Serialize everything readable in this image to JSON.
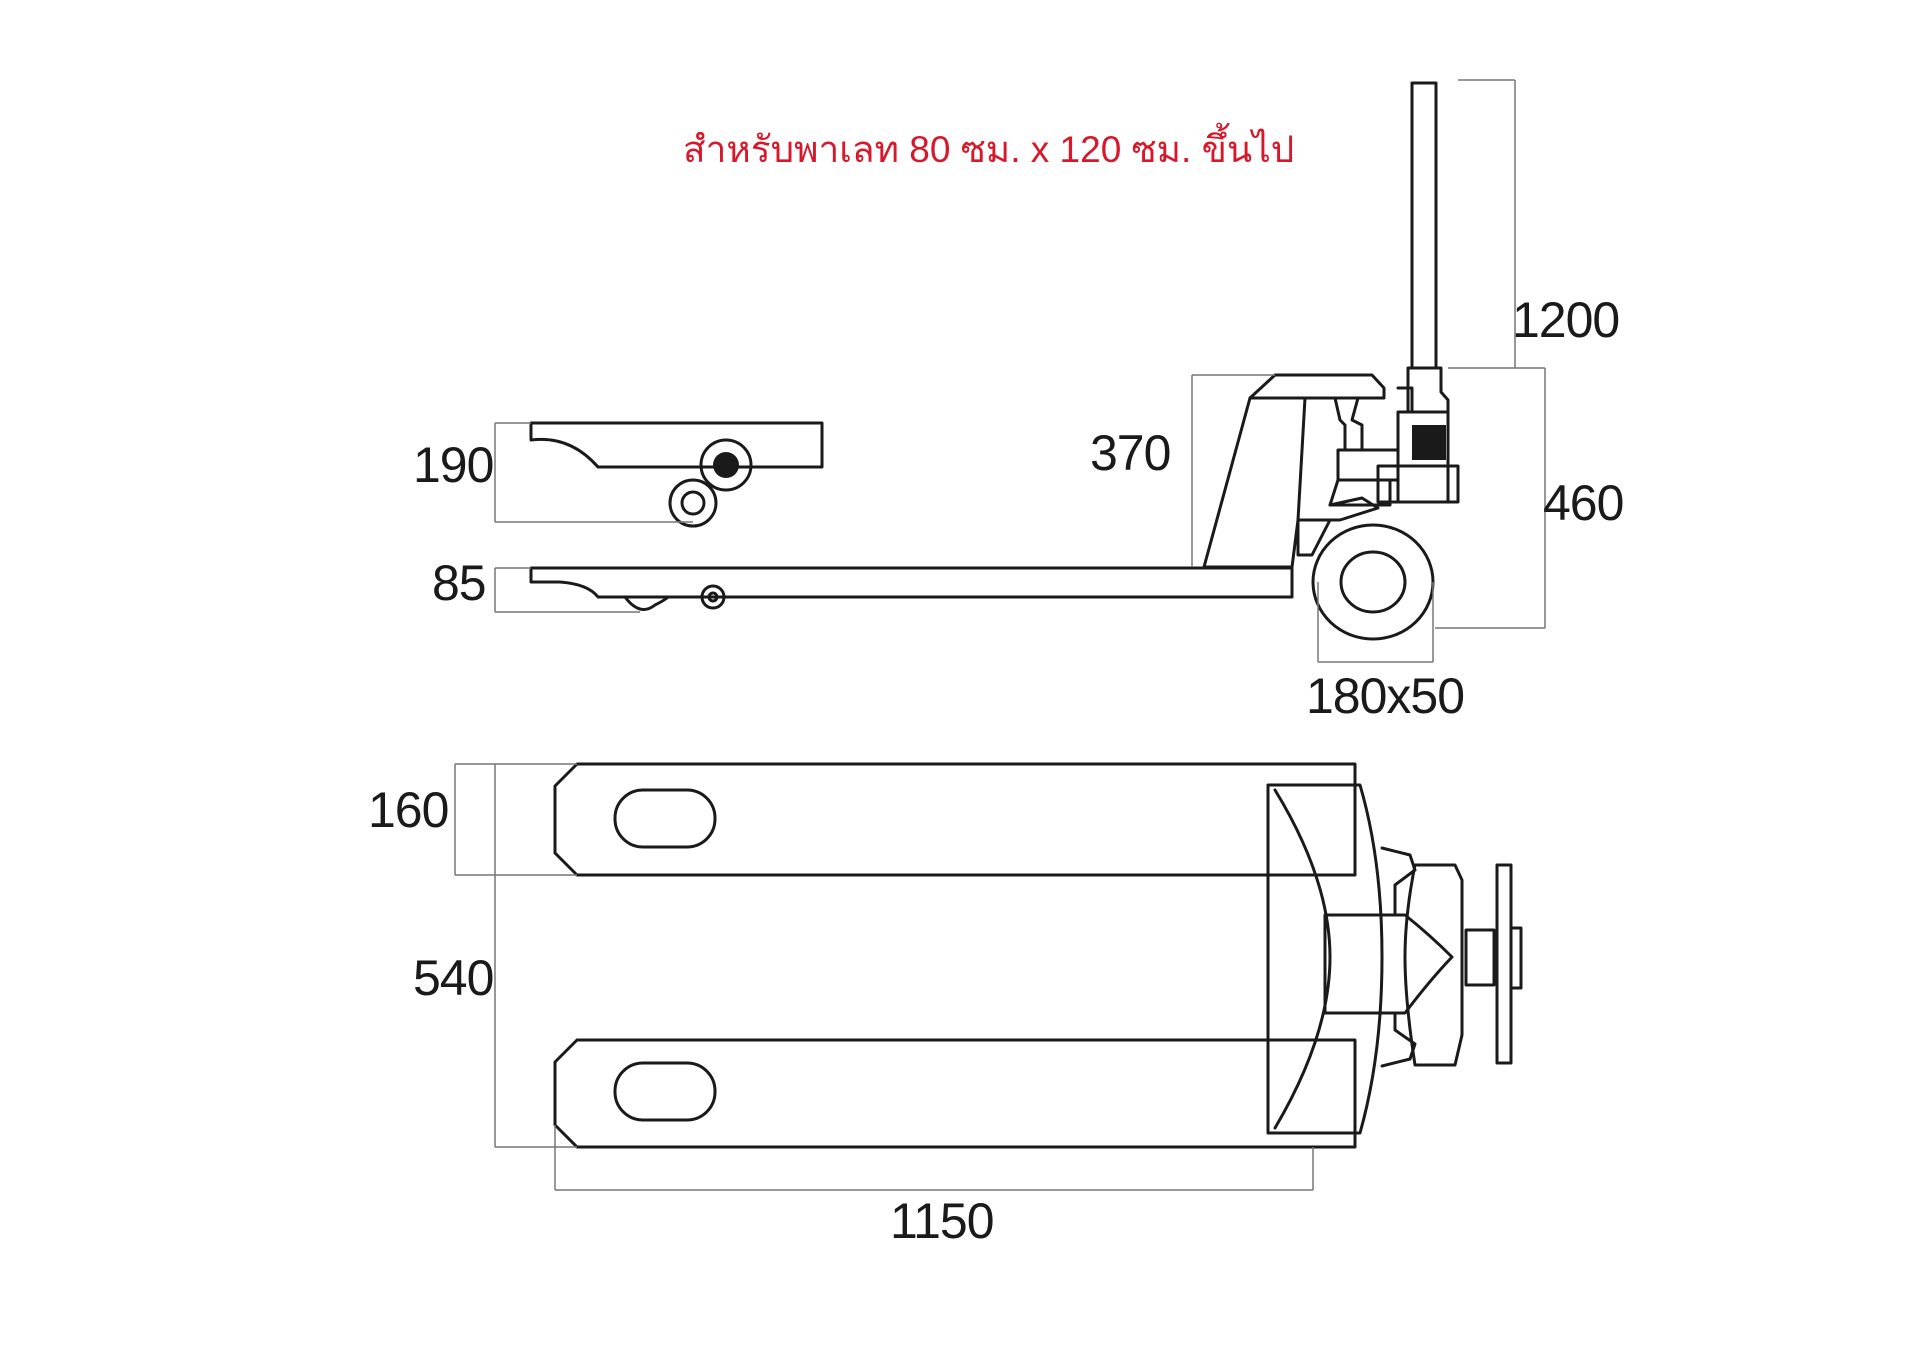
{
  "diagram": {
    "note": "สำหรับพาเลท 80 ซม. x 120 ซม. ขึ้นไป",
    "dimensions": {
      "handle_height": "1200",
      "overall_height": "460",
      "body_height": "370",
      "fork_raised": "190",
      "fork_lowered": "85",
      "steer_wheel": "180x50",
      "fork_width": "160",
      "outer_width": "540",
      "fork_length": "1150"
    }
  },
  "colors": {
    "note": "#d7182a",
    "line": "#1a1a1a",
    "dimension_line": "#777777"
  }
}
